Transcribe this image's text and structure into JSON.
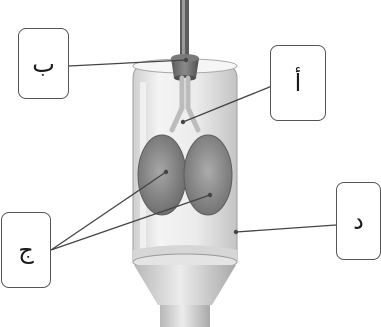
{
  "labels": {
    "b": "ب",
    "a": "أ",
    "d": "د",
    "j": "ج"
  },
  "colors": {
    "label_border": "#555555",
    "lung": "#8c8c8c",
    "jar_glass": "#e8e8e8",
    "diaphragm": "#d9d9d9",
    "stopper": "#6e6e6e"
  },
  "icons": {
    "apparatus": "bell-jar-lung-model"
  }
}
